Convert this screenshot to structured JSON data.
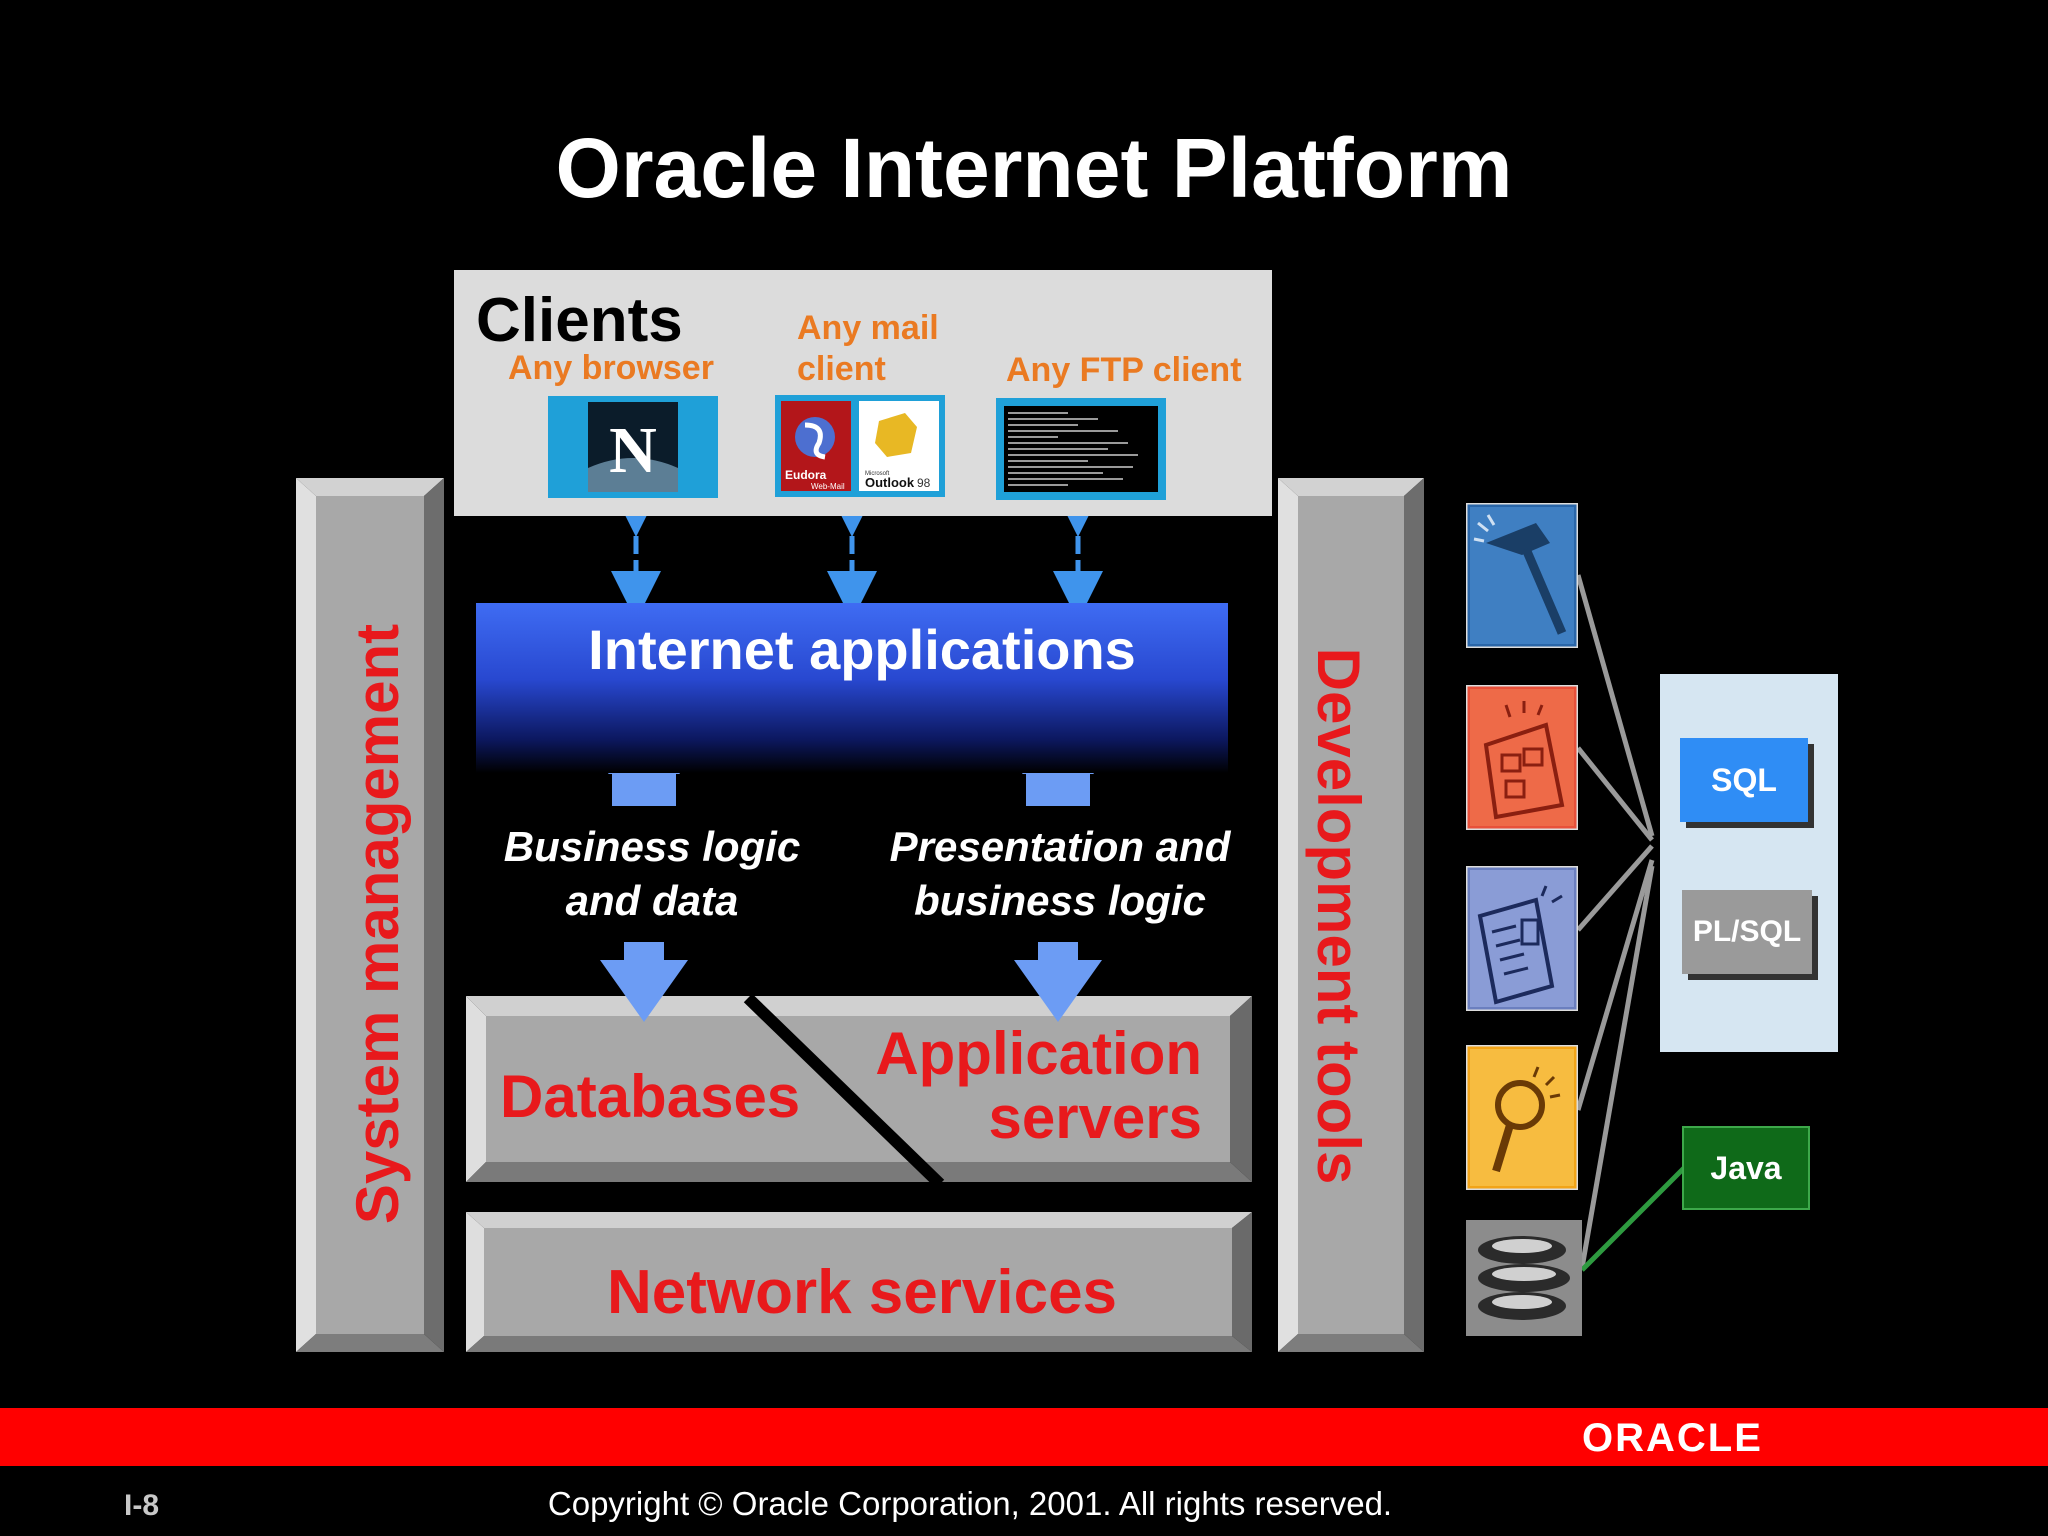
{
  "slide": {
    "title": "Oracle Internet Platform",
    "page_number": "I-8",
    "copyright": "Copyright © Oracle Corporation, 2001. All rights reserved.",
    "logo_text": "ORACLE"
  },
  "clients": {
    "heading": "Clients",
    "browser_label": "Any browser",
    "mail_label_line1": "Any mail",
    "mail_label_line2": "client",
    "ftp_label": "Any FTP client",
    "netscape_letter": "N",
    "eudora_text": "Eudora",
    "eudora_sub": "Web-Mail",
    "outlook_brand": "Microsoft",
    "outlook_text": "Outlook",
    "outlook_ver": "98"
  },
  "layers": {
    "internet_apps": "Internet applications",
    "business_logic_line1": "Business logic",
    "business_logic_line2": "and data",
    "presentation_line1": "Presentation and",
    "presentation_line2": "business logic",
    "databases": "Databases",
    "app_servers_line1": "Application",
    "app_servers_line2": "servers",
    "network_services": "Network services",
    "system_management": "System management",
    "development_tools": "Development tools"
  },
  "languages": {
    "sql": "SQL",
    "plsql": "PL/SQL",
    "java": "Java"
  },
  "colors": {
    "accent_red": "#e8191c",
    "orange_text": "#ea7a22",
    "bar_blue": "#3f6cf3",
    "footer_red": "#ff0000",
    "sql_blue": "#2f8df5",
    "java_green": "#0f6a19"
  },
  "icons": [
    "netscape-icon",
    "mail-clients-icon",
    "ftp-terminal-icon",
    "hammer-tool-icon",
    "forms-tool-icon",
    "reports-tool-icon",
    "discoverer-tool-icon",
    "java-cups-icon"
  ]
}
